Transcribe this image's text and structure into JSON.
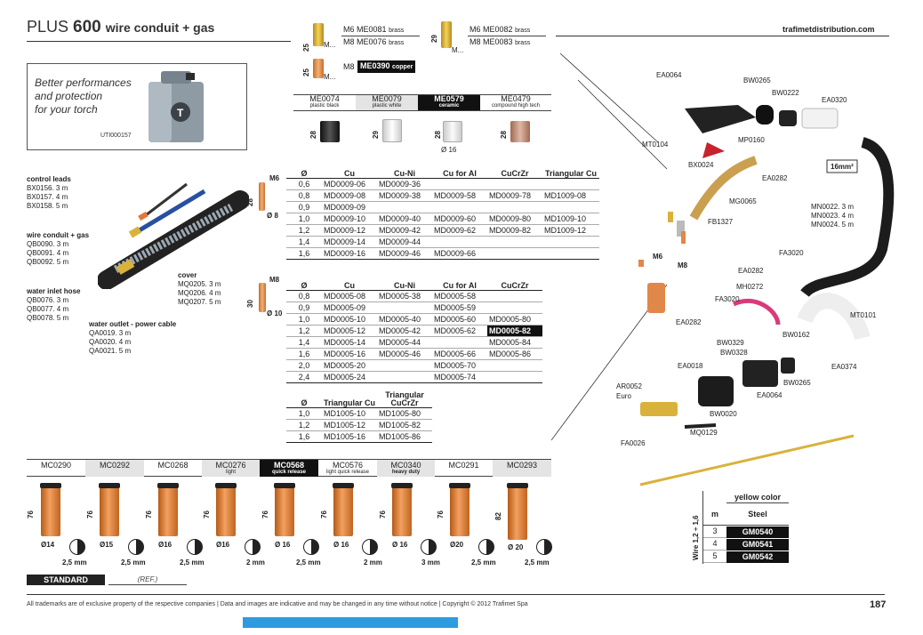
{
  "header": {
    "title_prefix": "PLUS",
    "title_num": "600",
    "title_suffix": "wire conduit + gas",
    "site": "trafimetdistribution.com"
  },
  "perf_box": {
    "line1": "Better performances",
    "line2": "and protection",
    "line3": "for your torch",
    "ref": "UTI000157"
  },
  "adapters": {
    "a1": {
      "h": "25",
      "l1": "M6",
      "c1": "ME0081",
      "m1": "brass",
      "l2": "M8",
      "c2": "ME0076",
      "m2": "brass",
      "unit": "M..."
    },
    "a2": {
      "h": "29",
      "l1": "M6",
      "c1": "ME0082",
      "m1": "brass",
      "l2": "M8",
      "c2": "ME0083",
      "m2": "brass",
      "unit": "M..."
    },
    "a3": {
      "h": "25",
      "l1": "M8",
      "c1": "ME0390",
      "m1": "copper",
      "unit": "M..."
    }
  },
  "diffusers": [
    {
      "code": "ME0074",
      "sub": "plastic black",
      "h": "28"
    },
    {
      "code": "ME0079",
      "sub": "plastic white",
      "h": "29"
    },
    {
      "code": "ME0579",
      "sub": "ceramic",
      "h": "28",
      "d": "Ø 16"
    },
    {
      "code": "ME0479",
      "sub": "compound high tech",
      "h": "28"
    }
  ],
  "cables": {
    "control": {
      "title": "control leads",
      "items": [
        "BX0156. 3 m",
        "BX0157. 4 m",
        "BX0158. 5 m"
      ]
    },
    "conduit": {
      "title": "wire conduit + gas",
      "items": [
        "QB0090. 3 m",
        "QB0091. 4 m",
        "QB0092. 5 m"
      ]
    },
    "cover": {
      "title": "cover",
      "items": [
        "MQ0205. 3 m",
        "MQ0206. 4 m",
        "MQ0207. 5 m"
      ]
    },
    "inlet": {
      "title": "water inlet hose",
      "items": [
        "QB0076. 3 m",
        "QB0077. 4 m",
        "QB0078. 5 m"
      ]
    },
    "outlet": {
      "title": "water outlet - power cable",
      "items": [
        "QA0019. 3 m",
        "QA0020. 4 m",
        "QA0021. 5 m"
      ]
    }
  },
  "tip_m6": {
    "thread": "M6",
    "len": "28",
    "dia": "Ø 8"
  },
  "tip_m8": {
    "thread": "M8",
    "len": "30",
    "dia": "Ø 10"
  },
  "table1": {
    "headers": [
      "Ø",
      "Cu",
      "Cu-Ni",
      "Cu for Al",
      "CuCrZr",
      "Triangular Cu"
    ],
    "rows": [
      [
        "0,6",
        "MD0009-06",
        "MD0009-36",
        "",
        "",
        ""
      ],
      [
        "0,8",
        "MD0009-08",
        "MD0009-38",
        "MD0009-58",
        "MD0009-78",
        "MD1009-08"
      ],
      [
        "0,9",
        "MD0009-09",
        "",
        "",
        "",
        ""
      ],
      [
        "1,0",
        "MD0009-10",
        "MD0009-40",
        "MD0009-60",
        "MD0009-80",
        "MD1009-10"
      ],
      [
        "1,2",
        "MD0009-12",
        "MD0009-42",
        "MD0009-62",
        "MD0009-82",
        "MD1009-12"
      ],
      [
        "1,4",
        "MD0009-14",
        "MD0009-44",
        "",
        "",
        ""
      ],
      [
        "1,6",
        "MD0009-16",
        "MD0009-46",
        "MD0009-66",
        "",
        ""
      ]
    ]
  },
  "table2": {
    "headers": [
      "Ø",
      "Cu",
      "Cu-Ni",
      "Cu for Al",
      "CuCrZr"
    ],
    "rows": [
      [
        "0,8",
        "MD0005-08",
        "MD0005-38",
        "MD0005-58",
        ""
      ],
      [
        "0,9",
        "MD0005-09",
        "",
        "MD0005-59",
        ""
      ],
      [
        "1,0",
        "MD0005-10",
        "MD0005-40",
        "MD0005-60",
        "MD0005-80"
      ],
      [
        "1,2",
        "MD0005-12",
        "MD0005-42",
        "MD0005-62",
        "MD0005-82"
      ],
      [
        "1,4",
        "MD0005-14",
        "MD0005-44",
        "",
        "MD0005-84"
      ],
      [
        "1,6",
        "MD0005-16",
        "MD0005-46",
        "MD0005-66",
        "MD0005-86"
      ],
      [
        "2,0",
        "MD0005-20",
        "",
        "MD0005-70",
        ""
      ],
      [
        "2,4",
        "MD0005-24",
        "",
        "MD0005-74",
        ""
      ]
    ]
  },
  "table3": {
    "headers": [
      "Ø",
      "Triangular Cu",
      "Triangular CuCrZr"
    ],
    "rows": [
      [
        "1,0",
        "MD1005-10",
        "MD1005-80"
      ],
      [
        "1,2",
        "MD1005-12",
        "MD1005-82"
      ],
      [
        "1,6",
        "MD1005-16",
        "MD1005-86"
      ]
    ]
  },
  "nozzles": [
    {
      "code": "MC0290",
      "sub": "",
      "len": "76",
      "dia": "Ø14",
      "gap": ""
    },
    {
      "code": "MC0292",
      "sub": "",
      "len": "76",
      "dia": "Ø15",
      "gap": "2,5 mm"
    },
    {
      "code": "MC0268",
      "sub": "",
      "len": "76",
      "dia": "Ø16",
      "gap": "2,5 mm"
    },
    {
      "code": "MC0276",
      "sub": "light",
      "len": "76",
      "dia": "Ø16",
      "gap": "2 mm"
    },
    {
      "code": "MC0568",
      "sub": "quick release",
      "len": "76",
      "dia": "Ø 16",
      "gap": "2,5 mm"
    },
    {
      "code": "MC0576",
      "sub": "light quick release",
      "len": "76",
      "dia": "Ø 16",
      "gap": "2 mm"
    },
    {
      "code": "MC0340",
      "sub": "heavy duty",
      "len": "76",
      "dia": "Ø 16",
      "gap": "3 mm"
    },
    {
      "code": "MC0291",
      "sub": "",
      "len": "76",
      "dia": "Ø20",
      "gap": "2,5 mm"
    },
    {
      "code": "MC0293",
      "sub": "",
      "len": "82",
      "dia": "Ø 20",
      "gap": "2,5 mm"
    }
  ],
  "nozzle_dim_left": "2,5 mm",
  "standard": {
    "label": "STANDARD",
    "ref": "(REF.)"
  },
  "torch_parts": {
    "EA0064a": "EA0064",
    "BW0265a": "BW0265",
    "BW0222": "BW0222",
    "EA0320": "EA0320",
    "MT0104": "MT0104",
    "MP0160": "MP0160",
    "BX0024": "BX0024",
    "EA0282a": "EA0282",
    "mm2": "16mm²",
    "MG0065": "MG0065",
    "FB1327": "FB1327",
    "MN0022": "MN0022. 3 m",
    "MN0023": "MN0023. 4 m",
    "MN0024": "MN0024. 5 m",
    "FA3020a": "FA3020",
    "EA0282b": "EA0282",
    "M6": "M6",
    "M8": "M8",
    "MH0272": "MH0272",
    "FA3020b": "FA3020",
    "EA0282c": "EA0282",
    "MT0101": "MT0101",
    "BW0329": "BW0329",
    "BW0162": "BW0162",
    "BW0328": "BW0328",
    "EA0374": "EA0374",
    "EA0018": "EA0018",
    "BW0265b": "BW0265",
    "AR0052": "AR0052",
    "Euro": "Euro",
    "EA0064b": "EA0064",
    "BW0020": "BW0020",
    "MQ0129": "MQ0129",
    "FA0026": "FA0026"
  },
  "wire_table": {
    "side": "Wire 1,2 ÷ 1,6",
    "header": "yellow color",
    "col_m": "m",
    "col_steel": "Steel",
    "rows": [
      [
        "3",
        "GM0540"
      ],
      [
        "4",
        "GM0541"
      ],
      [
        "5",
        "GM0542"
      ]
    ]
  },
  "footer": {
    "text": "All trademarks are of exclusive property of the respective companies  |  Data and images are indicative and may be changed in any time without notice  |  Copyright © 2012 Trafimet Spa",
    "page": "187"
  },
  "colors": {
    "accent": "#2d9be0",
    "copper": "#e0874a",
    "brass": "#e8c34a",
    "dark": "#111111"
  }
}
